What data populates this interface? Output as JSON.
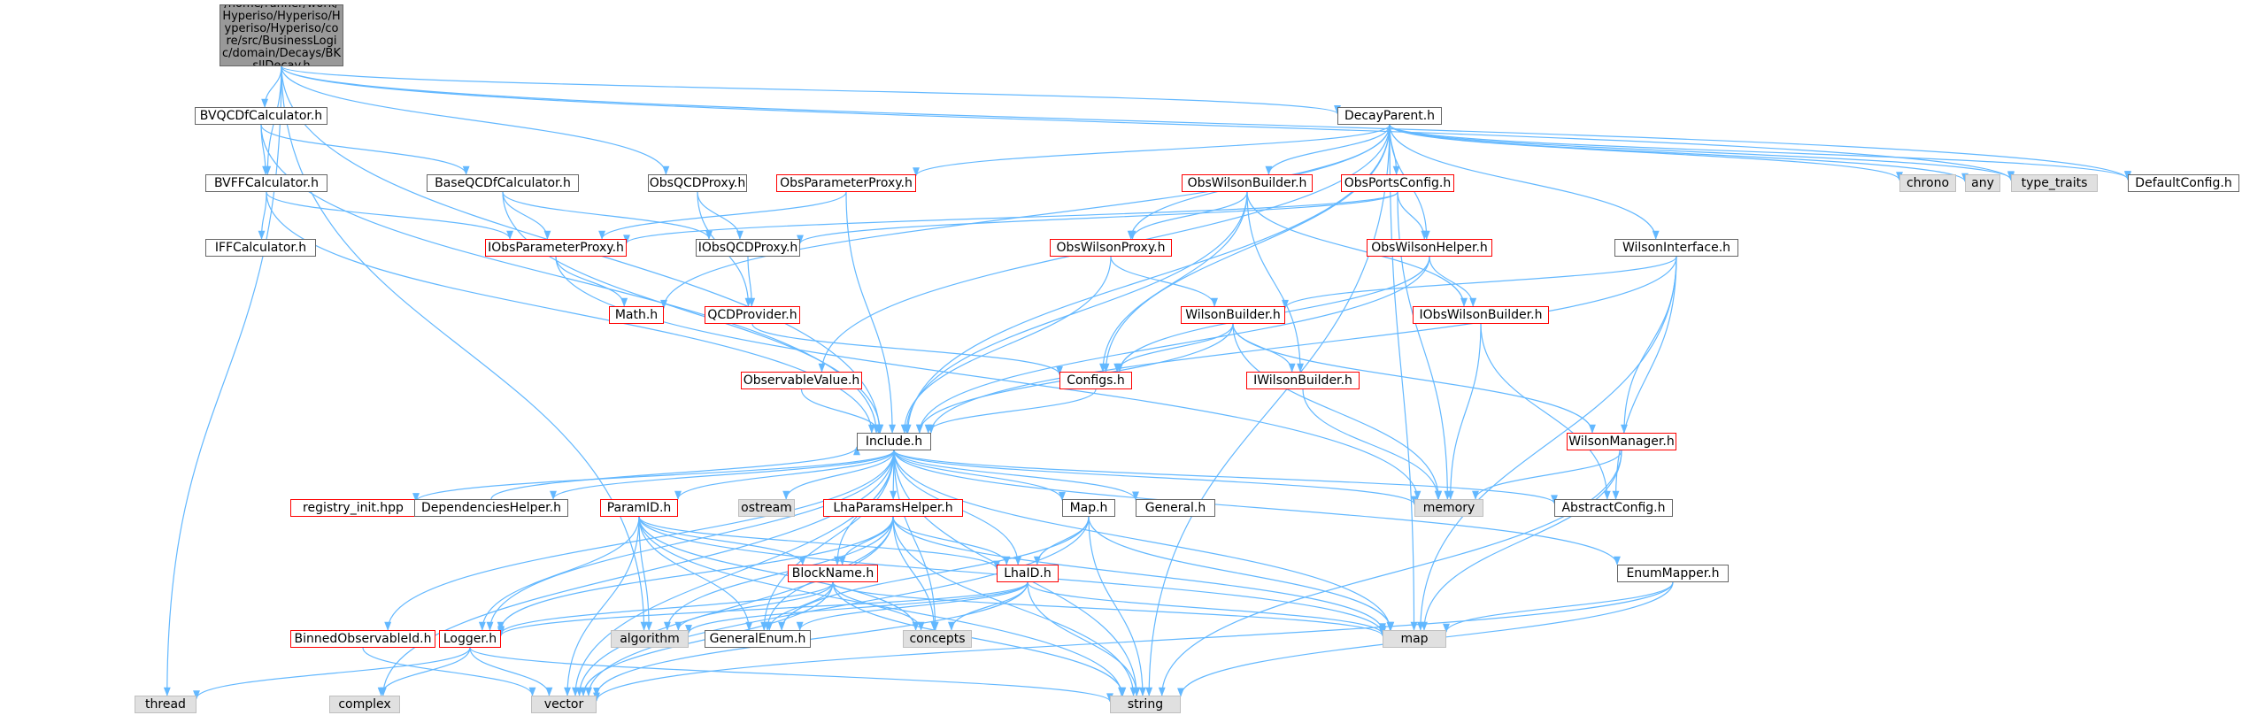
{
  "diagram": {
    "colors": {
      "edge": "#63b8ff",
      "root_fill": "#999999",
      "plain_border": "#666666",
      "red_border": "#ff0000",
      "system_fill": "#e0e0e0",
      "system_border": "#bfbfbf"
    },
    "nodes": [
      {
        "id": "root",
        "label": "/home/runner/work/Hyperiso/Hyperiso/Hyperiso/Hyperiso/core/src/BusinessLogic/domain/Decays/BKsllDecay.h",
        "style": "root"
      },
      {
        "id": "thread",
        "label": "thread",
        "style": "grey"
      },
      {
        "id": "BVQCDf",
        "label": "BVQCDfCalculator.h",
        "style": "plain"
      },
      {
        "id": "BVFF",
        "label": "BVFFCalculator.h",
        "style": "plain"
      },
      {
        "id": "BaseQCDf",
        "label": "BaseQCDfCalculator.h",
        "style": "plain"
      },
      {
        "id": "IFF",
        "label": "IFFCalculator.h",
        "style": "plain"
      },
      {
        "id": "ObsQCDProxy",
        "label": "ObsQCDProxy.h",
        "style": "plain"
      },
      {
        "id": "IObsParamProxy",
        "label": "IObsParameterProxy.h",
        "style": "red"
      },
      {
        "id": "IObsQCDProxy",
        "label": "IObsQCDProxy.h",
        "style": "plain"
      },
      {
        "id": "MathH",
        "label": "Math.h",
        "style": "red"
      },
      {
        "id": "QCDProvider",
        "label": "QCDProvider.h",
        "style": "red"
      },
      {
        "id": "DecayParent",
        "label": "DecayParent.h",
        "style": "plain"
      },
      {
        "id": "ObsParamProxy",
        "label": "ObsParameterProxy.h",
        "style": "red"
      },
      {
        "id": "ObsWilsonBuilder",
        "label": "ObsWilsonBuilder.h",
        "style": "red"
      },
      {
        "id": "ObsPortsConfig",
        "label": "ObsPortsConfig.h",
        "style": "red"
      },
      {
        "id": "ObsWilsonProxy",
        "label": "ObsWilsonProxy.h",
        "style": "red"
      },
      {
        "id": "ObsWilsonHelper",
        "label": "ObsWilsonHelper.h",
        "style": "red"
      },
      {
        "id": "WilsonBuilder",
        "label": "WilsonBuilder.h",
        "style": "red"
      },
      {
        "id": "IObsWilsonBuilder",
        "label": "IObsWilsonBuilder.h",
        "style": "red"
      },
      {
        "id": "WilsonInterface",
        "label": "WilsonInterface.h",
        "style": "plain"
      },
      {
        "id": "chrono",
        "label": "chrono",
        "style": "grey"
      },
      {
        "id": "any",
        "label": "any",
        "style": "grey"
      },
      {
        "id": "type_traits",
        "label": "type_traits",
        "style": "grey"
      },
      {
        "id": "DefaultConfig",
        "label": "DefaultConfig.h",
        "style": "plain"
      },
      {
        "id": "ObservableValue",
        "label": "ObservableValue.h",
        "style": "red"
      },
      {
        "id": "Configs",
        "label": "Configs.h",
        "style": "red"
      },
      {
        "id": "IWilsonBuilder",
        "label": "IWilsonBuilder.h",
        "style": "red"
      },
      {
        "id": "WilsonManager",
        "label": "WilsonManager.h",
        "style": "red"
      },
      {
        "id": "Include",
        "label": "Include.h",
        "style": "plain"
      },
      {
        "id": "registry",
        "label": "registry_init.hpp",
        "style": "red"
      },
      {
        "id": "DepHelper",
        "label": "DependenciesHelper.h",
        "style": "plain"
      },
      {
        "id": "ParamID",
        "label": "ParamID.h",
        "style": "red"
      },
      {
        "id": "ostream",
        "label": "ostream",
        "style": "grey"
      },
      {
        "id": "LhaParamsHelper",
        "label": "LhaParamsHelper.h",
        "style": "red"
      },
      {
        "id": "MapH",
        "label": "Map.h",
        "style": "plain"
      },
      {
        "id": "General",
        "label": "General.h",
        "style": "plain"
      },
      {
        "id": "memory",
        "label": "memory",
        "style": "grey"
      },
      {
        "id": "AbstractConfig",
        "label": "AbstractConfig.h",
        "style": "plain"
      },
      {
        "id": "BlockName",
        "label": "BlockName.h",
        "style": "red"
      },
      {
        "id": "LhaID",
        "label": "LhaID.h",
        "style": "red"
      },
      {
        "id": "EnumMapper",
        "label": "EnumMapper.h",
        "style": "plain"
      },
      {
        "id": "BinnedObs",
        "label": "BinnedObservableId.h",
        "style": "red"
      },
      {
        "id": "Logger",
        "label": "Logger.h",
        "style": "red"
      },
      {
        "id": "algorithm",
        "label": "algorithm",
        "style": "grey"
      },
      {
        "id": "GeneralEnum",
        "label": "GeneralEnum.h",
        "style": "plain"
      },
      {
        "id": "concepts",
        "label": "concepts",
        "style": "grey"
      },
      {
        "id": "map",
        "label": "map",
        "style": "grey"
      },
      {
        "id": "complex",
        "label": "complex",
        "style": "grey"
      },
      {
        "id": "vector",
        "label": "vector",
        "style": "grey"
      },
      {
        "id": "string",
        "label": "string",
        "style": "grey"
      }
    ],
    "edges": [
      [
        "root",
        "thread"
      ],
      [
        "root",
        "BVQCDf"
      ],
      [
        "root",
        "BVFF"
      ],
      [
        "root",
        "Include"
      ],
      [
        "root",
        "algorithm"
      ],
      [
        "root",
        "ObsQCDProxy"
      ],
      [
        "root",
        "DecayParent"
      ],
      [
        "root",
        "type_traits"
      ],
      [
        "root",
        "DefaultConfig"
      ],
      [
        "BVQCDf",
        "BVFF"
      ],
      [
        "BVQCDf",
        "BaseQCDf"
      ],
      [
        "BVQCDf",
        "Include"
      ],
      [
        "BVFF",
        "IFF"
      ],
      [
        "BVFF",
        "IObsParamProxy"
      ],
      [
        "BVFF",
        "Include"
      ],
      [
        "BaseQCDf",
        "IObsParamProxy"
      ],
      [
        "BaseQCDf",
        "IObsQCDProxy"
      ],
      [
        "BaseQCDf",
        "Include"
      ],
      [
        "ObsQCDProxy",
        "IObsQCDProxy"
      ],
      [
        "ObsQCDProxy",
        "QCDProvider"
      ],
      [
        "IObsParamProxy",
        "MathH"
      ],
      [
        "IObsParamProxy",
        "memory"
      ],
      [
        "IObsQCDProxy",
        "QCDProvider"
      ],
      [
        "QCDProvider",
        "Configs"
      ],
      [
        "DecayParent",
        "MathH"
      ],
      [
        "DecayParent",
        "ObsParamProxy"
      ],
      [
        "DecayParent",
        "ObsWilsonBuilder"
      ],
      [
        "DecayParent",
        "ObsPortsConfig"
      ],
      [
        "DecayParent",
        "ObsWilsonProxy"
      ],
      [
        "DecayParent",
        "ObsWilsonHelper"
      ],
      [
        "DecayParent",
        "WilsonInterface"
      ],
      [
        "DecayParent",
        "ObservableValue"
      ],
      [
        "DecayParent",
        "Configs"
      ],
      [
        "DecayParent",
        "Include"
      ],
      [
        "DecayParent",
        "chrono"
      ],
      [
        "DecayParent",
        "any"
      ],
      [
        "DecayParent",
        "type_traits"
      ],
      [
        "DecayParent",
        "DefaultConfig"
      ],
      [
        "DecayParent",
        "map"
      ],
      [
        "DecayParent",
        "string"
      ],
      [
        "ObsParamProxy",
        "IObsParamProxy"
      ],
      [
        "ObsParamProxy",
        "Include"
      ],
      [
        "ObsWilsonBuilder",
        "ObsWilsonProxy"
      ],
      [
        "ObsWilsonBuilder",
        "IObsWilsonBuilder"
      ],
      [
        "ObsWilsonBuilder",
        "IWilsonBuilder"
      ],
      [
        "ObsWilsonBuilder",
        "Configs"
      ],
      [
        "ObsWilsonBuilder",
        "Include"
      ],
      [
        "ObsPortsConfig",
        "IObsParamProxy"
      ],
      [
        "ObsPortsConfig",
        "IObsQCDProxy"
      ],
      [
        "ObsPortsConfig",
        "ObsWilsonHelper"
      ],
      [
        "ObsPortsConfig",
        "memory"
      ],
      [
        "ObsWilsonProxy",
        "WilsonBuilder"
      ],
      [
        "ObsWilsonProxy",
        "Include"
      ],
      [
        "ObsWilsonHelper",
        "IObsWilsonBuilder"
      ],
      [
        "ObsWilsonHelper",
        "Configs"
      ],
      [
        "ObsWilsonHelper",
        "Include"
      ],
      [
        "WilsonBuilder",
        "Configs"
      ],
      [
        "WilsonBuilder",
        "IWilsonBuilder"
      ],
      [
        "WilsonBuilder",
        "WilsonManager"
      ],
      [
        "WilsonBuilder",
        "Include"
      ],
      [
        "WilsonBuilder",
        "memory"
      ],
      [
        "IObsWilsonBuilder",
        "memory"
      ],
      [
        "IObsWilsonBuilder",
        "AbstractConfig"
      ],
      [
        "WilsonInterface",
        "WilsonBuilder"
      ],
      [
        "WilsonInterface",
        "WilsonManager"
      ],
      [
        "WilsonInterface",
        "Include"
      ],
      [
        "WilsonInterface",
        "AbstractConfig"
      ],
      [
        "WilsonInterface",
        "map"
      ],
      [
        "ObservableValue",
        "Include"
      ],
      [
        "Configs",
        "Include"
      ],
      [
        "IWilsonBuilder",
        "memory"
      ],
      [
        "WilsonManager",
        "memory"
      ],
      [
        "WilsonManager",
        "map"
      ],
      [
        "WilsonManager",
        "string"
      ],
      [
        "Include",
        "registry"
      ],
      [
        "Include",
        "DepHelper"
      ],
      [
        "Include",
        "ParamID"
      ],
      [
        "Include",
        "ostream"
      ],
      [
        "Include",
        "LhaParamsHelper"
      ],
      [
        "Include",
        "MapH"
      ],
      [
        "Include",
        "General"
      ],
      [
        "Include",
        "memory"
      ],
      [
        "Include",
        "AbstractConfig"
      ],
      [
        "Include",
        "BlockName"
      ],
      [
        "Include",
        "LhaID"
      ],
      [
        "Include",
        "EnumMapper"
      ],
      [
        "Include",
        "BinnedObs"
      ],
      [
        "Include",
        "Logger"
      ],
      [
        "Include",
        "GeneralEnum"
      ],
      [
        "Include",
        "concepts"
      ],
      [
        "Include",
        "map"
      ],
      [
        "Include",
        "complex"
      ],
      [
        "Include",
        "vector"
      ],
      [
        "Include",
        "string"
      ],
      [
        "DepHelper",
        "Include"
      ],
      [
        "ParamID",
        "BlockName"
      ],
      [
        "ParamID",
        "LhaID"
      ],
      [
        "ParamID",
        "Logger"
      ],
      [
        "ParamID",
        "algorithm"
      ],
      [
        "ParamID",
        "GeneralEnum"
      ],
      [
        "ParamID",
        "concepts"
      ],
      [
        "ParamID",
        "map"
      ],
      [
        "ParamID",
        "vector"
      ],
      [
        "ParamID",
        "string"
      ],
      [
        "LhaParamsHelper",
        "BlockName"
      ],
      [
        "LhaParamsHelper",
        "LhaID"
      ],
      [
        "LhaParamsHelper",
        "Logger"
      ],
      [
        "LhaParamsHelper",
        "algorithm"
      ],
      [
        "LhaParamsHelper",
        "GeneralEnum"
      ],
      [
        "LhaParamsHelper",
        "concepts"
      ],
      [
        "LhaParamsHelper",
        "map"
      ],
      [
        "LhaParamsHelper",
        "vector"
      ],
      [
        "LhaParamsHelper",
        "string"
      ],
      [
        "MapH",
        "LhaID"
      ],
      [
        "MapH",
        "GeneralEnum"
      ],
      [
        "MapH",
        "map"
      ],
      [
        "MapH",
        "vector"
      ],
      [
        "MapH",
        "string"
      ],
      [
        "BlockName",
        "Logger"
      ],
      [
        "BlockName",
        "algorithm"
      ],
      [
        "BlockName",
        "GeneralEnum"
      ],
      [
        "BlockName",
        "concepts"
      ],
      [
        "BlockName",
        "map"
      ],
      [
        "BlockName",
        "vector"
      ],
      [
        "BlockName",
        "string"
      ],
      [
        "LhaID",
        "Logger"
      ],
      [
        "LhaID",
        "algorithm"
      ],
      [
        "LhaID",
        "GeneralEnum"
      ],
      [
        "LhaID",
        "concepts"
      ],
      [
        "LhaID",
        "map"
      ],
      [
        "LhaID",
        "vector"
      ],
      [
        "LhaID",
        "string"
      ],
      [
        "EnumMapper",
        "map"
      ],
      [
        "EnumMapper",
        "vector"
      ],
      [
        "EnumMapper",
        "string"
      ],
      [
        "BinnedObs",
        "vector"
      ],
      [
        "Logger",
        "thread"
      ],
      [
        "Logger",
        "complex"
      ],
      [
        "Logger",
        "vector"
      ],
      [
        "Logger",
        "string"
      ]
    ]
  }
}
